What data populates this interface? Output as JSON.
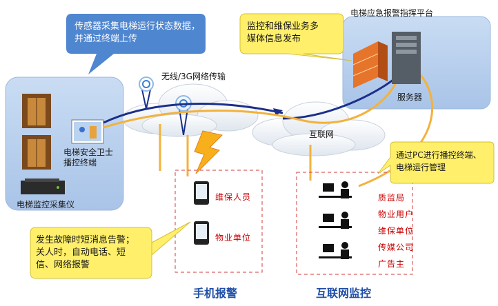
{
  "callouts": {
    "sensor": "传感器采集电梯运行状态数据，\n并通过终端上传",
    "monitor": "监控和维保业务多\n媒体信息发布",
    "pc": "通过PC进行播控终端、\n电梯运行管理",
    "fault": "发生故障时短消息告警；\n关人时，自动电话、短\n信、网络报警"
  },
  "labels": {
    "wireless": "无线/3G网络传输",
    "internet": "互联网",
    "platform": "电梯应急报警指挥平台",
    "server": "服务器",
    "terminal": "电梯安全卫士\n播控终端",
    "collector": "电梯监控采集仪"
  },
  "mobile": {
    "items": [
      "维保人员",
      "物业单位"
    ],
    "title": "手机报警"
  },
  "internet_monitor": {
    "items": [
      "质监局",
      "物业用户",
      "维保单位",
      "传媒公司",
      "广告主"
    ],
    "title": "互联网监控"
  },
  "colors": {
    "panel": "#b8d1ee",
    "callout_blue": "#4f86d0",
    "callout_yellow": "#ffef6a",
    "line_blue": "#1b2f8a",
    "line_orange": "#f3b23c",
    "red_dash": "#d33a3a"
  }
}
